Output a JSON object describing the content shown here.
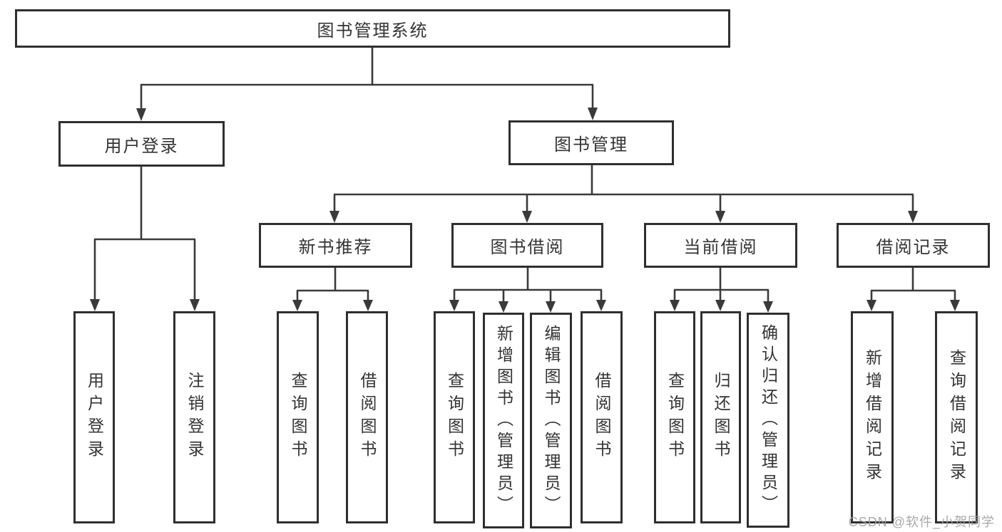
{
  "diagram": {
    "root": {
      "label": "图书管理系统"
    },
    "level2": [
      {
        "label": "用户登录",
        "children": [
          {
            "label": "用户登录"
          },
          {
            "label": "注销登录"
          }
        ]
      },
      {
        "label": "图书管理",
        "children": [
          {
            "label": "新书推荐",
            "children": [
              {
                "label": "查询图书"
              },
              {
                "label": "借阅图书"
              }
            ]
          },
          {
            "label": "图书借阅",
            "children": [
              {
                "label": "查询图书"
              },
              {
                "label": "新增图书（管理员）"
              },
              {
                "label": "编辑图书（管理员）"
              },
              {
                "label": "借阅图书"
              }
            ]
          },
          {
            "label": "当前借阅",
            "children": [
              {
                "label": "查询图书"
              },
              {
                "label": "归还图书"
              },
              {
                "label": "确认归还（管理员）"
              }
            ]
          },
          {
            "label": "借阅记录",
            "children": [
              {
                "label": "新增借阅记录"
              },
              {
                "label": "查询借阅记录"
              }
            ]
          }
        ]
      }
    ]
  },
  "watermark": {
    "text": "CSDN @软件_小贺同学"
  },
  "colors": {
    "line": "#3a3a3a",
    "border": "#2f2f2f",
    "text": "#333333",
    "background": "#ffffff",
    "watermark": "#9e9e9e"
  }
}
